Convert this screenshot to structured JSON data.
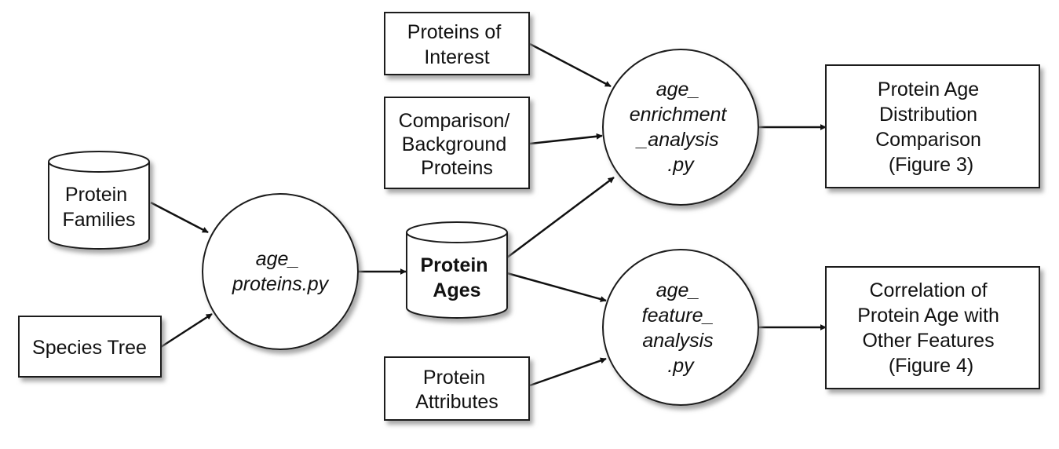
{
  "colors": {
    "stroke": "#1a1a1a",
    "fill": "#ffffff",
    "shadow": "#9a9a9a",
    "text": "#111111"
  },
  "nodes": {
    "protein_families": {
      "shape": "cylinder",
      "lines": [
        "Protein",
        "Families"
      ]
    },
    "species_tree": {
      "shape": "box",
      "lines": [
        "Species Tree"
      ]
    },
    "age_proteins": {
      "shape": "circle",
      "lines": [
        "age_",
        "proteins.py"
      ]
    },
    "protein_ages": {
      "shape": "cylinder",
      "lines": [
        "Protein",
        "Ages"
      ]
    },
    "proteins_of_interest": {
      "shape": "box",
      "lines": [
        "Proteins of",
        "Interest"
      ]
    },
    "comparison_background": {
      "shape": "box",
      "lines": [
        "Comparison/",
        "Background",
        "Proteins"
      ]
    },
    "protein_attributes": {
      "shape": "box",
      "lines": [
        "Protein",
        "Attributes"
      ]
    },
    "age_enrichment_analysis": {
      "shape": "circle",
      "lines": [
        "age_",
        "enrichment",
        "_analysis",
        ".py"
      ]
    },
    "age_feature_analysis": {
      "shape": "circle",
      "lines": [
        "age_",
        "feature_",
        "analysis",
        ".py"
      ]
    },
    "distribution_comparison": {
      "shape": "box",
      "lines": [
        "Protein Age",
        "Distribution",
        "Comparison",
        "(Figure 3)"
      ]
    },
    "correlation_features": {
      "shape": "box",
      "lines": [
        "Correlation of",
        "Protein Age with",
        "Other Features",
        "(Figure 4)"
      ]
    }
  }
}
